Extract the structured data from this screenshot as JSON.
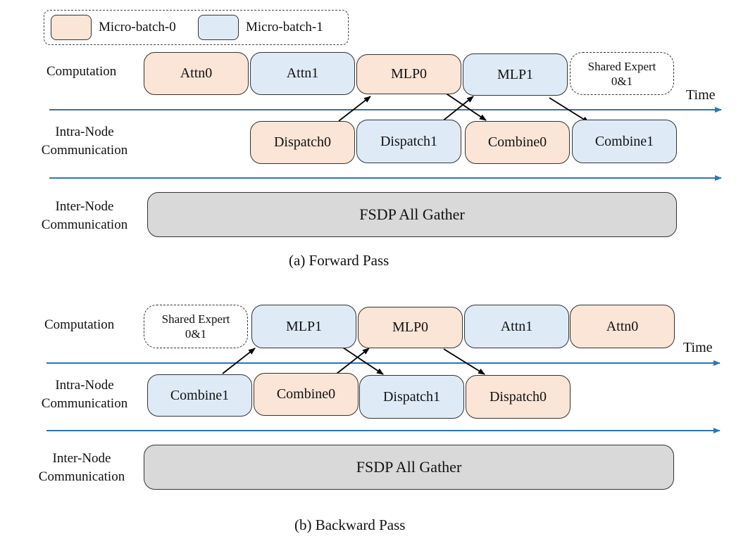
{
  "legend": {
    "items": [
      {
        "label": "Micro-batch-0",
        "color": "#fbe5d6"
      },
      {
        "label": "Micro-batch-1",
        "color": "#deebf7"
      }
    ]
  },
  "colors": {
    "batch0": "#fbe5d6",
    "batch1": "#deebf7",
    "gather": "#d9d9d9",
    "axis": "#2e75b6"
  },
  "forward": {
    "caption": "(a) Forward Pass",
    "time_label": "Time",
    "rows": {
      "computation": "Computation",
      "intra_l1": "Intra-Node",
      "intra_l2": "Communication",
      "inter_l1": "Inter-Node",
      "inter_l2": "Communication"
    },
    "computation": [
      "Attn0",
      "Attn1",
      "MLP0",
      "MLP1"
    ],
    "shared_l1": "Shared Expert",
    "shared_l2": "0&1",
    "intra": [
      "Dispatch0",
      "Dispatch1",
      "Combine0",
      "Combine1"
    ],
    "inter": "FSDP All Gather"
  },
  "backward": {
    "caption": "(b) Backward Pass",
    "time_label": "Time",
    "rows": {
      "computation": "Computation",
      "intra_l1": "Intra-Node",
      "intra_l2": "Communication",
      "inter_l1": "Inter-Node",
      "inter_l2": "Communication"
    },
    "shared_l1": "Shared Expert",
    "shared_l2": "0&1",
    "computation": [
      "MLP1",
      "MLP0",
      "Attn1",
      "Attn0"
    ],
    "intra": [
      "Combine1",
      "Combine0",
      "Dispatch1",
      "Dispatch0"
    ],
    "inter": "FSDP All Gather"
  }
}
